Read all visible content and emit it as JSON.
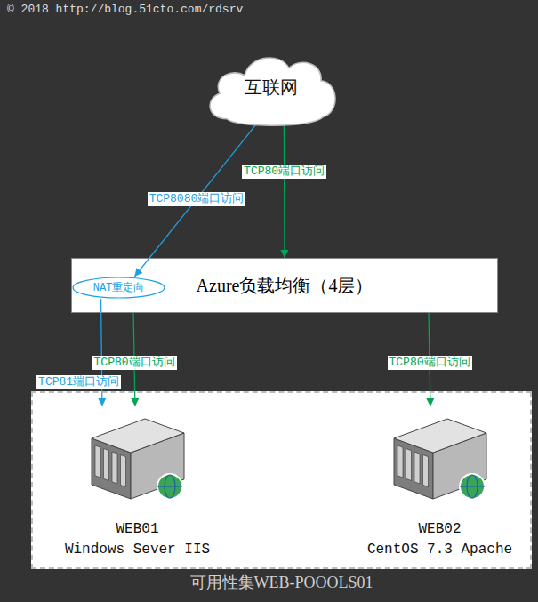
{
  "diagram": {
    "nodes": [
      {
        "text": [
          "互联网"
        ]
      },
      {
        "text": [
          "Azure负载均衡（4层）"
        ]
      },
      {
        "text": [
          "NAT重定向"
        ],
        "in": 1
      },
      {
        "text": [
          "可用性集WEB-POOOLS01"
        ]
      },
      {
        "text": [
          "WEB01",
          "Windows Sever IIS"
        ],
        "in": 3
      },
      {
        "text": [
          "WEB02",
          "CentOS 7.3 Apache"
        ],
        "in": 3
      }
    ],
    "edges": [
      {
        "from": 0,
        "to": 1,
        "arrow": "to",
        "label": "TCP80端口访问"
      },
      {
        "from": 0,
        "to": 2,
        "arrow": "to",
        "label": "TCP8080端口访问"
      },
      {
        "from": 1,
        "to": 4,
        "arrow": "to",
        "label": "TCP80端口访问"
      },
      {
        "from": 2,
        "to": 4,
        "arrow": "to",
        "label": "TCP81端口访问"
      },
      {
        "from": 1,
        "to": 5,
        "arrow": "to",
        "label": "TCP80端口访问"
      }
    ],
    "labels": [
      "© 2018 http://blog.51cto.com/rdsrv"
    ]
  }
}
